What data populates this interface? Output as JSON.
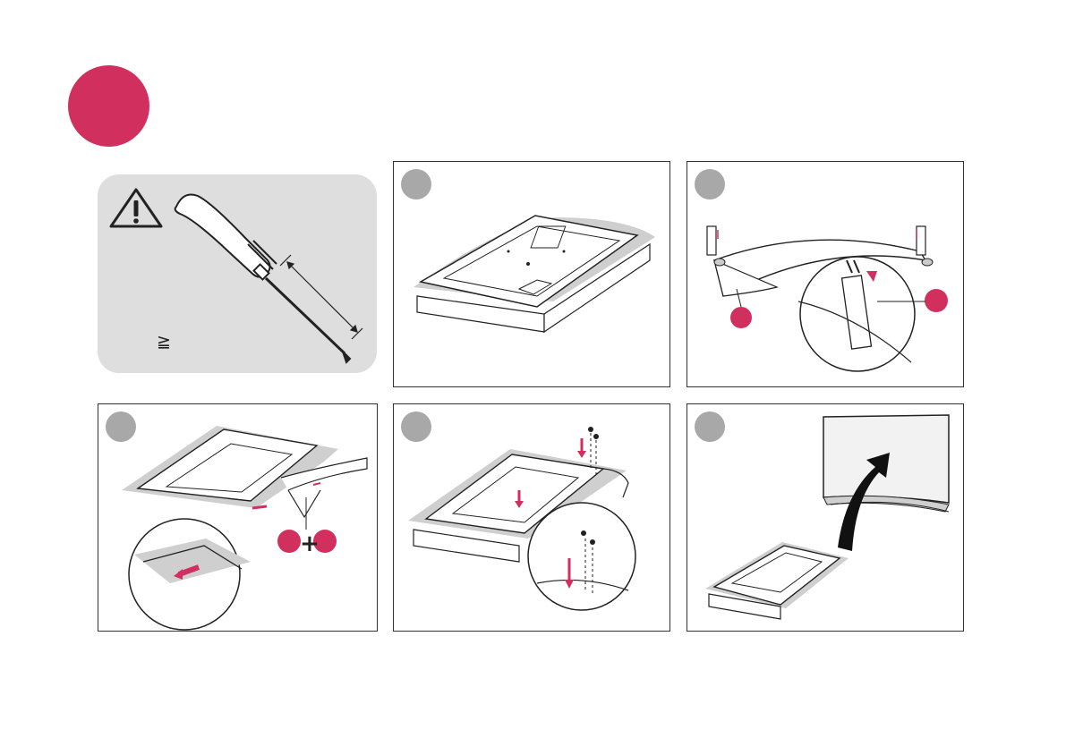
{
  "page": {
    "accent_color": "#d1305f",
    "badge_color": "#a8a8a8",
    "panel_fill_gray": "#dedede"
  },
  "tool_box": {
    "icons": [
      "warning-icon",
      "screwdriver-icon"
    ],
    "symbol": "≧"
  },
  "steps": [
    {
      "panel": "step-1",
      "icon": "tv-face-down-on-box-icon"
    },
    {
      "panel": "step-2",
      "icon": "stand-assembly-screws-icon"
    },
    {
      "panel": "step-3",
      "icon": "attach-stand-to-tv-icon",
      "symbol": "+"
    },
    {
      "panel": "step-4",
      "icon": "fasten-stand-screws-icon"
    },
    {
      "panel": "step-5",
      "icon": "raise-tv-upright-icon"
    }
  ]
}
